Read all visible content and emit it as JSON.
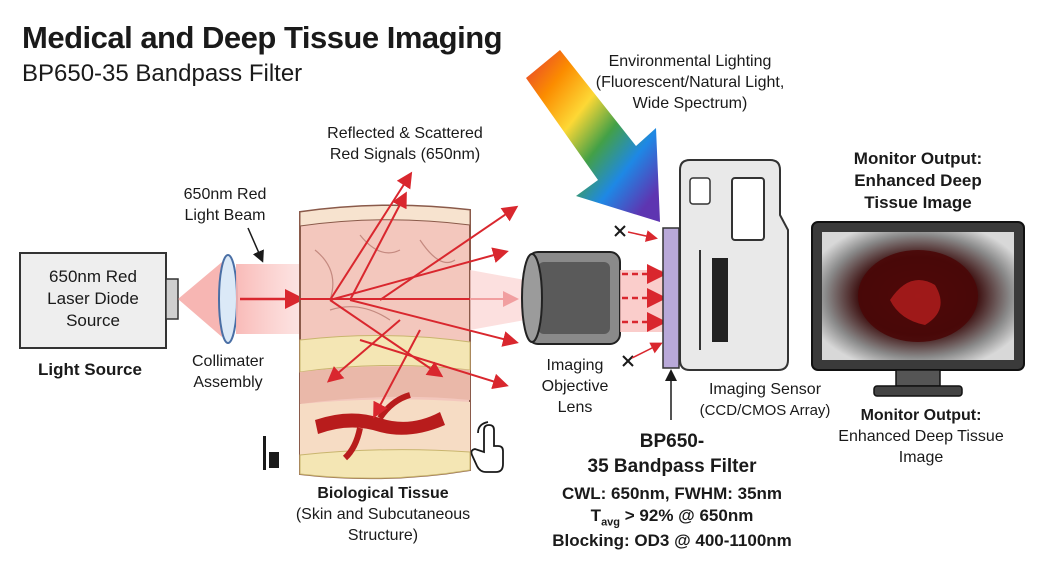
{
  "header": {
    "title": "Medical and Deep Tissue Imaging",
    "subtitle": "BP650-35 Bandpass Filter"
  },
  "labels": {
    "laser_source_l1": "650nm Red",
    "laser_source_l2": "Laser Diode",
    "laser_source_l3": "Source",
    "light_source": "Light Source",
    "beam_l1": "650nm Red",
    "beam_l2": "Light Beam",
    "collimator_l1": "Collimater",
    "collimator_l2": "Assembly",
    "reflected_l1": "Reflected & Scattered",
    "reflected_l2": "Red Signals (650nm)",
    "tissue_l1": "Biological Tissue",
    "tissue_l2": "(Skin and Subcutaneous",
    "tissue_l3": "Structure)",
    "env_l1": "Environmental Lighting",
    "env_l2": "(Fluorescent/Natural Light,",
    "env_l3": "Wide Spectrum)",
    "lens_l1": "Imaging",
    "lens_l2": "Objective",
    "lens_l3": "Lens",
    "sensor_l1": "Imaging Sensor",
    "sensor_l2": "(CCD/CMOS Array)",
    "filter_l1": "BP650-",
    "filter_l2": "35 Bandpass Filter",
    "monitor_top_l1": "Monitor Output:",
    "monitor_top_l2": "Enhanced Deep",
    "monitor_top_l3": "Tissue Image",
    "monitor_bottom_l1": "Monitor Output:",
    "monitor_bottom_l2": "Enhanced Deep Tissue",
    "monitor_bottom_l3": "Image"
  },
  "specs": {
    "cwl": "CWL: 650nm, FWHM: 35nm",
    "tavg_symbol": "T",
    "tavg_sub": "avg",
    "tavg_value": " > 92% @ 650nm",
    "blocking": "Blocking: OD3 @ 400-1100nm"
  },
  "colors": {
    "beam_red": "#d9272e",
    "tissue_pink": "#f3c7bd",
    "filter_violet": "#b9a9d9"
  },
  "icons": [
    "pointing-hand-icon",
    "bookmark-glyph-icon",
    "block-x-icon"
  ]
}
